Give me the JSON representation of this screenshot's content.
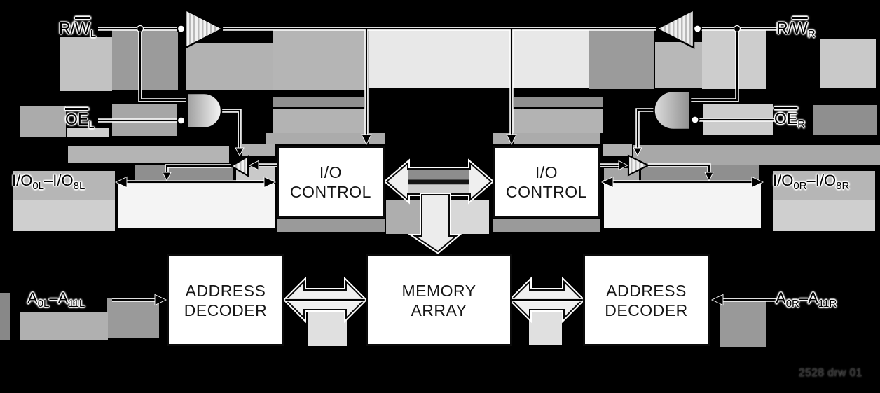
{
  "diagram": {
    "caption": "2528 drw 01",
    "colors": {
      "background": "#000000",
      "block_fill": "#ffffff",
      "block_border": "#0b0b0b",
      "line": "#000000",
      "line_halo": "#ffffff",
      "artifact_gray_dark": "#8f8f8f",
      "artifact_gray_mid": "#b0b0b0",
      "artifact_gray_light": "#e8e8e8"
    },
    "blocks": {
      "io_control_left": {
        "line1": "I/O",
        "line2": "CONTROL"
      },
      "io_control_right": {
        "line1": "I/O",
        "line2": "CONTROL"
      },
      "address_decoder_left": {
        "line1": "ADDRESS",
        "line2": "DECODER"
      },
      "memory_array": {
        "line1": "MEMORY",
        "line2": "ARRAY"
      },
      "address_decoder_right": {
        "line1": "ADDRESS",
        "line2": "DECODER"
      }
    },
    "signals": {
      "rw_left": {
        "pre": "R/",
        "ovl": "W",
        "sub": "L"
      },
      "rw_right": {
        "pre": "R/",
        "ovl": "W",
        "sub": "R"
      },
      "oe_left": {
        "ovl": "OE",
        "sub": "L"
      },
      "oe_right": {
        "ovl": "OE",
        "sub": "R"
      },
      "io_left": {
        "p1": "I/O",
        "s1": "0L",
        "dash": "–",
        "p2": "I/O",
        "s2": "8L"
      },
      "io_right": {
        "p1": "I/O",
        "s1": "0R",
        "dash": "–",
        "p2": "I/O",
        "s2": "8R"
      },
      "addr_left": {
        "p1": "A",
        "s1": "0L",
        "dash": "–",
        "p2": "A",
        "s2": "11L"
      },
      "addr_right": {
        "p1": "A",
        "s1": "0R",
        "dash": "–",
        "p2": "A",
        "s2": "11R"
      }
    }
  }
}
